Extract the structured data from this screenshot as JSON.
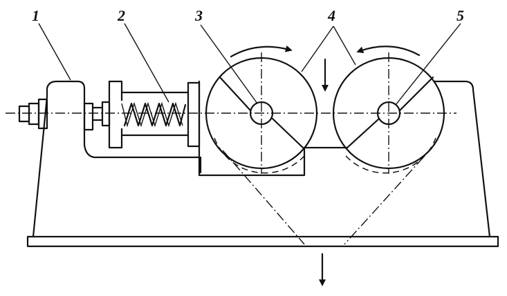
{
  "figure": {
    "callouts": [
      {
        "id": "frame",
        "label": "1"
      },
      {
        "id": "spring",
        "label": "2"
      },
      {
        "id": "movable-roll",
        "label": "3"
      },
      {
        "id": "rolls",
        "label": "4"
      },
      {
        "id": "fixed-roll",
        "label": "5"
      }
    ],
    "colors": {
      "ink": "#111111",
      "paper": "#ffffff"
    }
  }
}
